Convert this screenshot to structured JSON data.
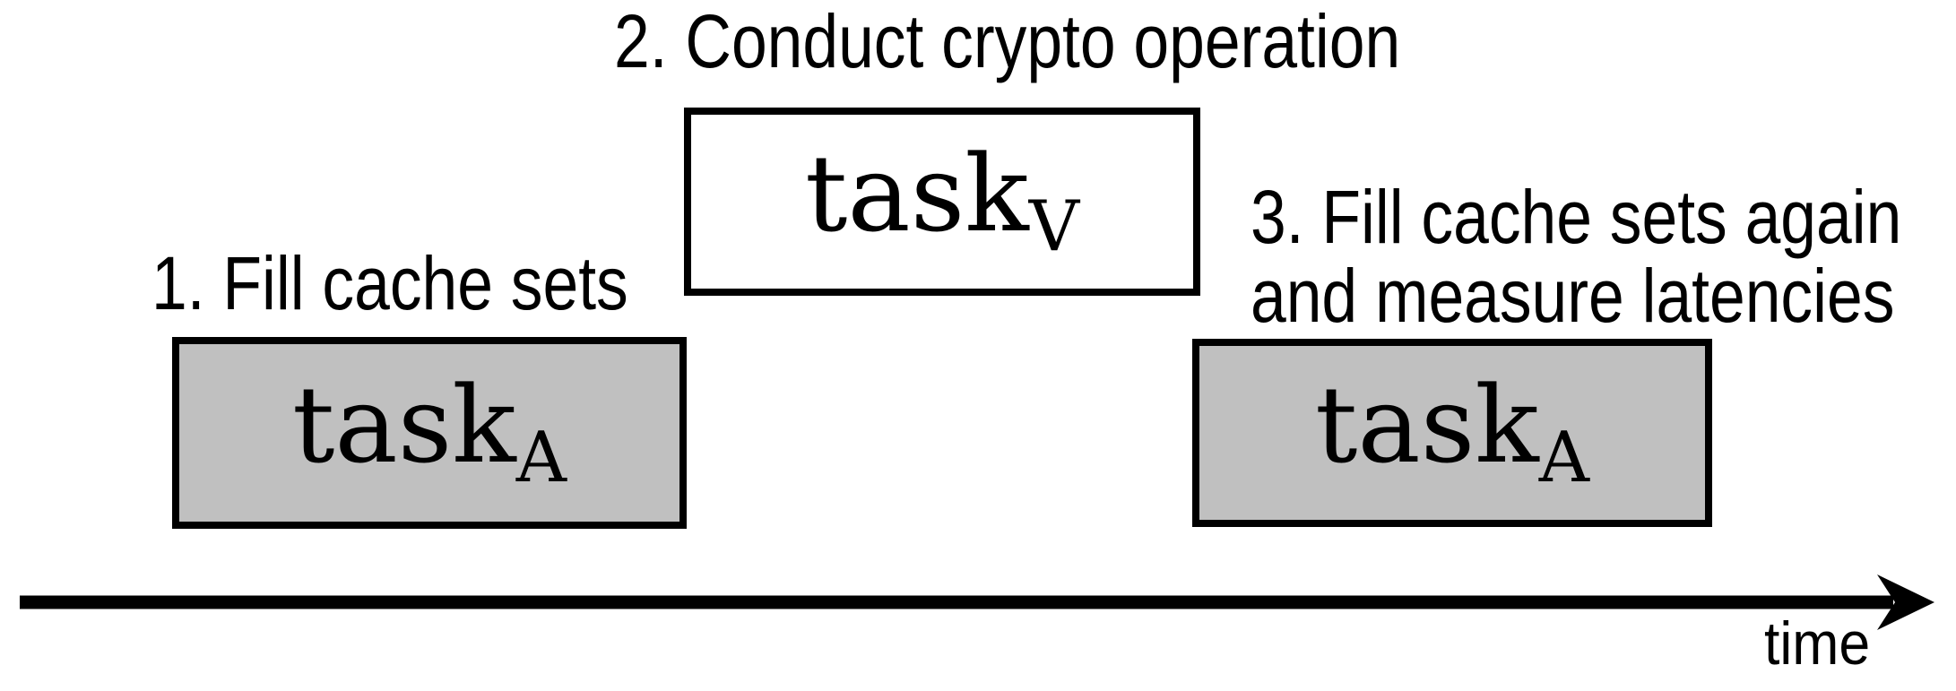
{
  "diagram": {
    "steps": [
      {
        "label": "1. Fill cache sets"
      },
      {
        "label": "2. Conduct crypto operation"
      },
      {
        "label_line1": "3. Fill cache sets again",
        "label_line2": "and measure latencies"
      }
    ],
    "boxes": [
      {
        "label": "task",
        "subscript": "A",
        "fill": "#c0c0c0"
      },
      {
        "label": "task",
        "subscript": "V",
        "fill": "#ffffff"
      },
      {
        "label": "task",
        "subscript": "A",
        "fill": "#c0c0c0"
      }
    ],
    "axis": {
      "label": "time"
    },
    "colors": {
      "task_fill_gray": "#c0c0c0",
      "task_fill_white": "#ffffff",
      "outline": "#000000",
      "background": "#ffffff"
    }
  }
}
